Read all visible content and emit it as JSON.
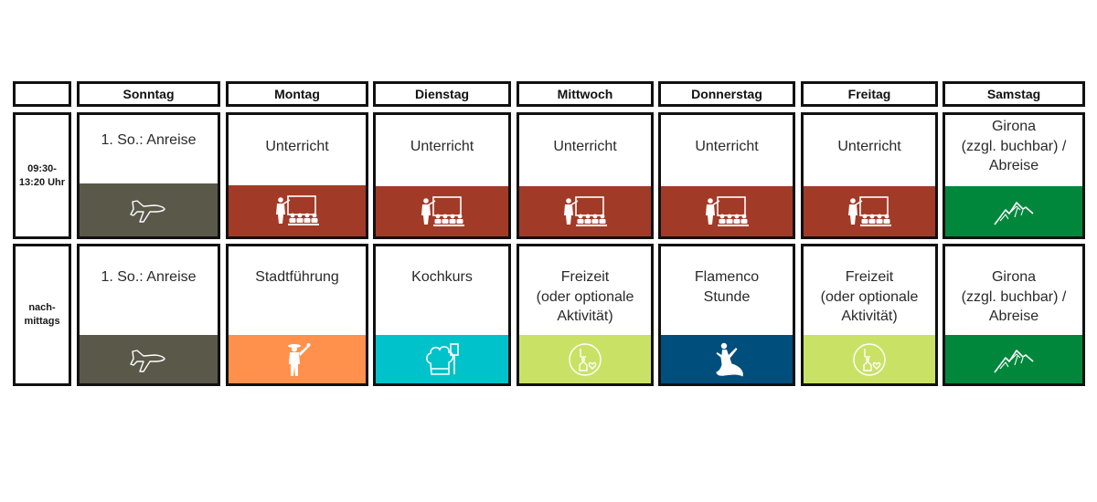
{
  "days": [
    "Sonntag",
    "Montag",
    "Dienstag",
    "Mittwoch",
    "Donnerstag",
    "Freitag",
    "Samstag"
  ],
  "row_labels": [
    "09:30-\n13:20 Uhr",
    "nach-\nmittags"
  ],
  "colors": {
    "anreise": "#5a5849",
    "unterricht": "#a23a28",
    "stadtfuehrung": "#ff914d",
    "kochkurs": "#00c2cb",
    "freizeit": "#c9e265",
    "flamenco": "#004e7c",
    "girona": "#00873c"
  },
  "rows": [
    {
      "cells": [
        {
          "title": "1. So.: Anreise",
          "icon": "airplane-icon",
          "color": "#5a5849"
        },
        {
          "title": "Unterricht",
          "icon": "classroom-teacher-icon",
          "color": "#a23a28"
        },
        {
          "title": "Unterricht",
          "icon": "classroom-teacher-icon",
          "color": "#a23a28"
        },
        {
          "title": "Unterricht",
          "icon": "classroom-teacher-icon",
          "color": "#a23a28"
        },
        {
          "title": "Unterricht",
          "icon": "classroom-teacher-icon",
          "color": "#a23a28"
        },
        {
          "title": "Unterricht",
          "icon": "classroom-teacher-icon",
          "color": "#a23a28"
        },
        {
          "title": "Girona\n(zzgl. buchbar) /\nAbreise",
          "icon": "mountain-icon",
          "color": "#00873c"
        }
      ]
    },
    {
      "cells": [
        {
          "title": "1. So.: Anreise",
          "icon": "airplane-icon",
          "color": "#5a5849"
        },
        {
          "title": "Stadtführung",
          "icon": "tour-guide-icon",
          "color": "#ff914d"
        },
        {
          "title": "Kochkurs",
          "icon": "chef-hat-icon",
          "color": "#00c2cb"
        },
        {
          "title": "Freizeit\n(oder optionale\nAktivität)",
          "icon": "leisure-clock-icon",
          "color": "#c9e265"
        },
        {
          "title": "Flamenco\nStunde",
          "icon": "flamenco-dancer-icon",
          "color": "#004e7c"
        },
        {
          "title": "Freizeit\n(oder optionale\nAktivität)",
          "icon": "leisure-clock-icon",
          "color": "#c9e265"
        },
        {
          "title": "Girona\n(zzgl. buchbar) /\nAbreise",
          "icon": "mountain-icon",
          "color": "#00873c"
        }
      ]
    }
  ]
}
